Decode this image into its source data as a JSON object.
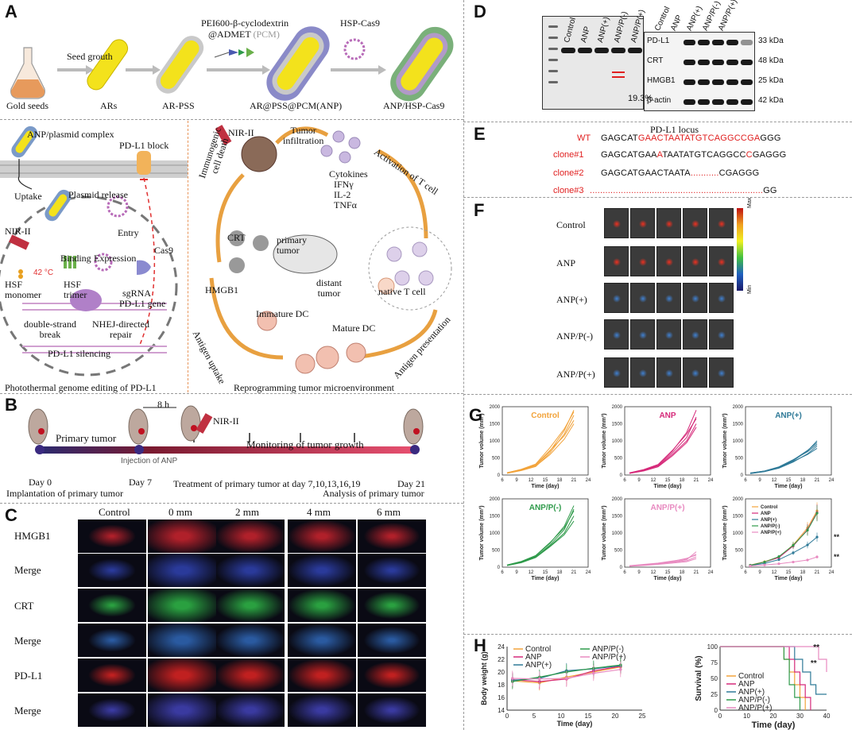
{
  "panels": {
    "A": "A",
    "B": "B",
    "C": "C",
    "D": "D",
    "E": "E",
    "F": "F",
    "G": "G",
    "H": "H"
  },
  "panelA": {
    "gold_seeds": "Gold seeds",
    "seed_growth": "Seed grouth",
    "ars": "ARs",
    "ar_pss": "AR-PSS",
    "pcm_line1": "PEI600-β-cyclodextrin",
    "pcm_line2": "@ADMET",
    "pcm_abbr": "(PCM)",
    "hsp_cas9": "HSP-Cas9",
    "ar_pss_pcm": "AR@PSS@PCM(ANP)",
    "anp_hsp": "ANP/HSP-Cas9",
    "left": {
      "complex": "ANP/plasmid complex",
      "pdl1_block": "PD-L1 block",
      "uptake": "Uptake",
      "plasmid_release": "Plasmid release",
      "entry": "Entry",
      "nir": "NIR-II",
      "temp": "42 °C",
      "binding": "Binding",
      "expression": "Expression",
      "cas9": "Cas9",
      "hsf_mono": "HSF",
      "hsf_mono2": "monomer",
      "hsf_tri": "HSF",
      "hsf_tri2": "trimer",
      "sgrna": "sgRNA",
      "pdl1_gene": "PD-L1 gene",
      "dsb1": "double-strand",
      "dsb2": "break",
      "nhej1": "NHEJ-directed",
      "nhej2": "repair",
      "silencing": "PD-L1 silencing",
      "caption": "Photothermal genome editing of PD-L1"
    },
    "right": {
      "nir": "NIR-II",
      "infil1": "Tumor",
      "infil2": "infiltration",
      "icd1": "Immunogenic",
      "icd2": "cell death",
      "cytokines": "Cytokines",
      "ifn": "IFNγ",
      "il2": "IL-2",
      "tnf": "TNFα",
      "activation": "Activation of T cell",
      "crt": "CRT",
      "hmgb1": "HMGB1",
      "primary1": "primary",
      "primary2": "tumor",
      "distant1": "distant",
      "distant2": "tumor",
      "native": "native T cell",
      "immature": "Immature DC",
      "mature": "Mature DC",
      "uptake": "Antigen uptake",
      "presentation": "Antigen presentation",
      "caption": "Reprogramming tumor microenvironment"
    }
  },
  "panelB": {
    "time8h": "8 h",
    "nir": "NIR-II",
    "primary": "Primary tumor",
    "injection": "Injection of ANP",
    "monitoring": "Monitoring of tumor growth",
    "treatment": "Treatment of primary tumor at day 7,10,13,16,19",
    "day0": "Day 0",
    "day7": "Day 7",
    "day21": "Day 21",
    "implant": "Implantation of primary tumor",
    "analysis": "Analysis of primary tumor"
  },
  "panelC": {
    "cols": [
      "Control",
      "0 mm",
      "2 mm",
      "4 mm",
      "6 mm"
    ],
    "rows": [
      "HMGB1",
      "Merge",
      "CRT",
      "Merge",
      "PD-L1",
      "Merge"
    ],
    "row_colors": [
      "#b0202a",
      "#2a3a9a",
      "#2aa040",
      "#2a5aa0",
      "#c02020",
      "#3a3aa0"
    ]
  },
  "panelD": {
    "gel_lanes": [
      "Control",
      "ANP",
      "ANP(+)",
      "ANP/P(-)",
      "ANP/P(+)"
    ],
    "gel_pct": "19.3%",
    "wb_lanes": [
      "Control",
      "ANP",
      "ANP(+)",
      "ANP/P(-)",
      "ANP/P(+)"
    ],
    "wb_rows": [
      {
        "name": "PD-L1",
        "kda": "33 kDa"
      },
      {
        "name": "CRT",
        "kda": "48 kDa"
      },
      {
        "name": "HMGB1",
        "kda": "25 kDa"
      },
      {
        "name": "β-actin",
        "kda": "42 kDa"
      }
    ]
  },
  "panelE": {
    "title": "PD-L1 locus",
    "seqs": [
      {
        "label": "WT",
        "parts": [
          [
            "GAGCAT",
            "#111"
          ],
          [
            "GAACTAATATGTCAGGCCGA",
            "#e02020"
          ],
          [
            "GGG",
            "#111"
          ]
        ]
      },
      {
        "label": "clone#1",
        "parts": [
          [
            "GAGCATGAA",
            "#111"
          ],
          [
            "A",
            "#e02020"
          ],
          [
            "TAATATGTCAGGCC",
            "#111"
          ],
          [
            "C",
            "#e02020"
          ],
          [
            "GAGGG",
            "#111"
          ]
        ]
      },
      {
        "label": "clone#2",
        "parts": [
          [
            "GAGCATGAACTAATA",
            "#111"
          ],
          [
            "...........",
            "#e02020"
          ],
          [
            "CGAGGG",
            "#111"
          ]
        ]
      },
      {
        "label": "clone#3",
        "parts": [
          [
            "...................................................................",
            "#e02020"
          ],
          [
            "GG",
            "#111"
          ]
        ]
      }
    ]
  },
  "panelF": {
    "rows": [
      "Control",
      "ANP",
      "ANP(+)",
      "ANP/P(-)",
      "ANP/P(+)"
    ],
    "scale_max": "Max",
    "scale_min": "Min"
  },
  "panelG": {
    "ylabel": "Tumor volume (mm³)",
    "xlabel": "Time (day)",
    "xticks": [
      "6",
      "9",
      "12",
      "15",
      "18",
      "21",
      "24"
    ],
    "yticks": [
      "0",
      "500",
      "1000",
      "1500",
      "2000"
    ],
    "sig": "**"
  },
  "panelH": {
    "weight": {
      "ylabel": "Body weight (g)",
      "xlabel": "Time (day)",
      "xticks": [
        "0",
        "5",
        "10",
        "15",
        "20",
        "25"
      ],
      "yticks": [
        "14",
        "16",
        "18",
        "20",
        "22",
        "24"
      ]
    },
    "survival": {
      "ylabel": "Survival (%)",
      "xlabel": "Time (day)",
      "xticks": [
        "0",
        "10",
        "20",
        "30",
        "40"
      ],
      "yticks": [
        "0",
        "25",
        "50",
        "75",
        "100"
      ],
      "sig": "**"
    },
    "legend": [
      "Control",
      "ANP",
      "ANP(+)",
      "ANP/P(-)",
      "ANP/P(+)"
    ]
  },
  "chart_data": [
    {
      "type": "line",
      "title": "Control",
      "xlabel": "Time (day)",
      "ylabel": "Tumor volume (mm³)",
      "xlim": [
        6,
        24
      ],
      "ylim": [
        0,
        2000
      ],
      "x": [
        7,
        10,
        13,
        16,
        19,
        21
      ],
      "series": [
        {
          "values": [
            60,
            150,
            280,
            700,
            1300,
            1900
          ]
        },
        {
          "values": [
            50,
            130,
            250,
            650,
            1200,
            1750
          ]
        },
        {
          "values": [
            70,
            160,
            300,
            720,
            1150,
            1600
          ]
        },
        {
          "values": [
            55,
            140,
            260,
            600,
            1050,
            1500
          ]
        },
        {
          "values": [
            65,
            170,
            320,
            800,
            1350,
            1850
          ]
        }
      ],
      "color": "#f2a33a"
    },
    {
      "type": "line",
      "title": "ANP",
      "xlabel": "Time (day)",
      "ylabel": "Tumor volume (mm³)",
      "xlim": [
        6,
        24
      ],
      "ylim": [
        0,
        2000
      ],
      "x": [
        7,
        10,
        13,
        16,
        19,
        21
      ],
      "series": [
        {
          "values": [
            50,
            140,
            280,
            650,
            1100,
            1700
          ]
        },
        {
          "values": [
            60,
            150,
            300,
            700,
            1250,
            1900
          ]
        },
        {
          "values": [
            55,
            130,
            260,
            600,
            1000,
            1500
          ]
        },
        {
          "values": [
            45,
            120,
            240,
            560,
            950,
            1400
          ]
        },
        {
          "values": [
            65,
            160,
            310,
            720,
            1200,
            1650
          ]
        }
      ],
      "color": "#d62a7a"
    },
    {
      "type": "line",
      "title": "ANP(+)",
      "xlabel": "Time (day)",
      "ylabel": "Tumor volume (mm³)",
      "xlim": [
        6,
        24
      ],
      "ylim": [
        0,
        2000
      ],
      "x": [
        7,
        10,
        13,
        16,
        19,
        21
      ],
      "series": [
        {
          "values": [
            50,
            110,
            220,
            420,
            700,
            1000
          ]
        },
        {
          "values": [
            40,
            100,
            200,
            380,
            620,
            850
          ]
        },
        {
          "values": [
            55,
            120,
            240,
            450,
            680,
            900
          ]
        },
        {
          "values": [
            45,
            105,
            210,
            400,
            600,
            780
          ]
        },
        {
          "values": [
            60,
            115,
            230,
            440,
            720,
            950
          ]
        }
      ],
      "color": "#2f7a98"
    },
    {
      "type": "line",
      "title": "ANP/P(-)",
      "xlabel": "Time (day)",
      "ylabel": "Tumor volume (mm³)",
      "xlim": [
        6,
        24
      ],
      "ylim": [
        0,
        2000
      ],
      "x": [
        7,
        10,
        13,
        16,
        19,
        21
      ],
      "series": [
        {
          "values": [
            60,
            160,
            330,
            700,
            1200,
            1800
          ]
        },
        {
          "values": [
            50,
            140,
            300,
            650,
            1100,
            1700
          ]
        },
        {
          "values": [
            55,
            150,
            310,
            620,
            1000,
            1500
          ]
        },
        {
          "values": [
            45,
            130,
            280,
            600,
            950,
            1350
          ]
        },
        {
          "values": [
            65,
            170,
            340,
            720,
            1150,
            1650
          ]
        }
      ],
      "color": "#2e9a4a"
    },
    {
      "type": "line",
      "title": "ANP/P(+)",
      "xlabel": "Time (day)",
      "ylabel": "Tumor volume (mm³)",
      "xlim": [
        6,
        24
      ],
      "ylim": [
        0,
        2000
      ],
      "x": [
        7,
        10,
        13,
        16,
        19,
        21
      ],
      "series": [
        {
          "values": [
            30,
            60,
            90,
            150,
            220,
            450
          ]
        },
        {
          "values": [
            40,
            70,
            110,
            170,
            260,
            350
          ]
        },
        {
          "values": [
            35,
            65,
            100,
            140,
            190,
            300
          ]
        },
        {
          "values": [
            25,
            50,
            80,
            120,
            160,
            250
          ]
        },
        {
          "values": [
            45,
            80,
            120,
            180,
            240,
            380
          ]
        }
      ],
      "color": "#e88ac0"
    },
    {
      "type": "line",
      "xlabel": "Time (day)",
      "ylabel": "Tumor volume (mm³)",
      "xlim": [
        6,
        24
      ],
      "ylim": [
        0,
        2000
      ],
      "x": [
        7,
        10,
        13,
        16,
        19,
        21
      ],
      "series": [
        {
          "name": "Control",
          "values": [
            60,
            160,
            300,
            650,
            1150,
            1650
          ],
          "color": "#f2a33a"
        },
        {
          "name": "ANP",
          "values": [
            55,
            150,
            280,
            620,
            1100,
            1600
          ],
          "color": "#d62a7a"
        },
        {
          "name": "ANP(+)",
          "values": [
            50,
            110,
            220,
            420,
            650,
            880
          ],
          "color": "#2f7a98"
        },
        {
          "name": "ANP/P(-)",
          "values": [
            55,
            150,
            310,
            640,
            1080,
            1580
          ],
          "color": "#2e9a4a"
        },
        {
          "name": "ANP/P(+)",
          "values": [
            35,
            65,
            100,
            150,
            210,
            300
          ],
          "color": "#e88ac0"
        }
      ]
    },
    {
      "type": "line",
      "xlabel": "Time (day)",
      "ylabel": "Body weight (g)",
      "xlim": [
        0,
        25
      ],
      "ylim": [
        14,
        24
      ],
      "x": [
        1,
        6,
        11,
        16,
        21
      ],
      "series": [
        {
          "name": "Control",
          "values": [
            18.6,
            18.3,
            19.2,
            20.0,
            20.8
          ],
          "color": "#f2a33a"
        },
        {
          "name": "ANP",
          "values": [
            18.8,
            18.5,
            18.9,
            20.2,
            20.9
          ],
          "color": "#d62a7a"
        },
        {
          "name": "ANP(+)",
          "values": [
            18.7,
            19.0,
            20.2,
            20.5,
            21.0
          ],
          "color": "#2f7a98"
        },
        {
          "name": "ANP/P(-)",
          "values": [
            18.5,
            19.2,
            20.0,
            20.6,
            21.1
          ],
          "color": "#2e9a4a"
        },
        {
          "name": "ANP/P(+)",
          "values": [
            19.0,
            18.9,
            19.0,
            19.8,
            20.4
          ],
          "color": "#e88ac0"
        }
      ]
    },
    {
      "type": "line",
      "xlabel": "Time (day)",
      "ylabel": "Survival (%)",
      "xlim": [
        0,
        40
      ],
      "ylim": [
        0,
        100
      ],
      "series": [
        {
          "name": "Control",
          "x": [
            0,
            22,
            24,
            26,
            28,
            30,
            32
          ],
          "values": [
            100,
            100,
            80,
            60,
            40,
            20,
            0
          ],
          "color": "#f2a33a"
        },
        {
          "name": "ANP",
          "x": [
            0,
            24,
            26,
            28,
            30,
            32,
            34
          ],
          "values": [
            100,
            100,
            80,
            60,
            40,
            20,
            0
          ],
          "color": "#d62a7a"
        },
        {
          "name": "ANP(+)",
          "x": [
            0,
            26,
            28,
            31,
            34,
            36,
            40
          ],
          "values": [
            100,
            100,
            80,
            60,
            40,
            25,
            25
          ],
          "color": "#2f7a98"
        },
        {
          "name": "ANP/P(-)",
          "x": [
            0,
            22,
            24,
            26,
            28,
            30
          ],
          "values": [
            100,
            100,
            80,
            40,
            20,
            0
          ],
          "color": "#2e9a4a"
        },
        {
          "name": "ANP/P(+)",
          "x": [
            0,
            34,
            37,
            40
          ],
          "values": [
            100,
            100,
            80,
            60
          ],
          "color": "#e88ac0"
        }
      ]
    }
  ]
}
